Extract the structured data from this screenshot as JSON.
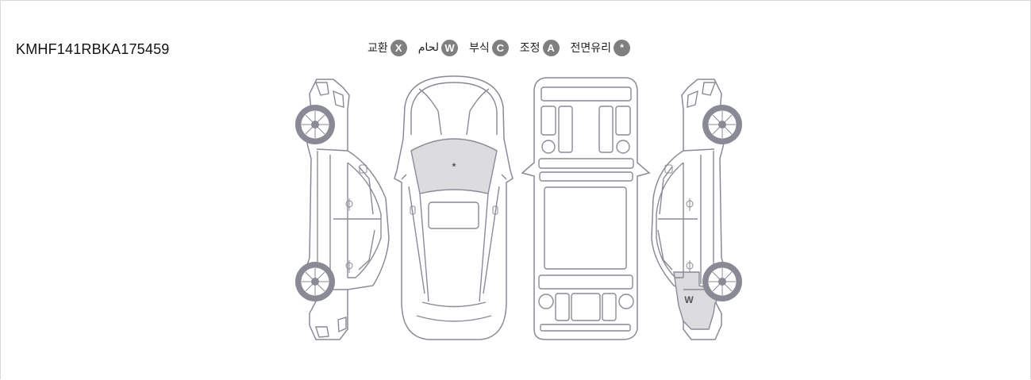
{
  "vin": "KMHF141RBKA175459",
  "legend": [
    {
      "label": "교환",
      "symbol": "X"
    },
    {
      "label": "لحام",
      "symbol": "W"
    },
    {
      "label": "부식",
      "symbol": "C"
    },
    {
      "label": "조정",
      "symbol": "A"
    },
    {
      "label": "전면유리",
      "symbol": "*"
    }
  ],
  "markers": {
    "windshield": "*",
    "right_rear_quarter": "W"
  },
  "colors": {
    "badge": "#7f7f80",
    "highlight": "#dcdcdf",
    "outline": "#8a8a96"
  }
}
